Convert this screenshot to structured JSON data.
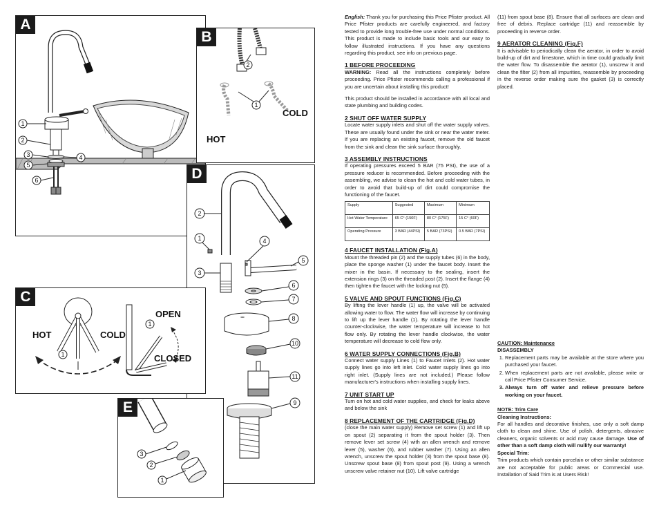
{
  "panels": {
    "a": {
      "letter": "A",
      "callouts": [
        "1",
        "2",
        "3",
        "4",
        "5",
        "6"
      ]
    },
    "b": {
      "letter": "B",
      "callouts": [
        "2",
        "1"
      ],
      "hot": "HOT",
      "cold": "COLD"
    },
    "c": {
      "letter": "C",
      "hot": "HOT",
      "cold": "COLD",
      "open": "OPEN",
      "closed": "CLOSED",
      "callouts": [
        "1",
        "1"
      ]
    },
    "d": {
      "letter": "D",
      "callouts": [
        "2",
        "1",
        "4",
        "3",
        "5",
        "6",
        "7",
        "8",
        "10",
        "11",
        "9"
      ]
    },
    "e": {
      "letter": "E",
      "callouts": [
        "3",
        "2",
        "1"
      ]
    }
  },
  "text": {
    "intro_label": "English:",
    "intro": "Thank you for purchasing this Price Pfister product. All Price Pfister products are carefully engineered, and factory tested to provide long trouble-free use under normal conditions. This product is made to include basic tools and our easy to follow illustrated instructions. If you have any questions regarding this product, see info on previous page.",
    "s1_title": "1 BEFORE PROCEEDING",
    "s1_warn_label": "WARNING:",
    "s1_warn": "Read all the instructions completely before proceeding. Price Pfister recommends calling a professional if you are uncertain about installing this product!",
    "s1_p2": "This product should be installed in accordance with all local and state plumbing and building codes.",
    "s2_title": "2 SHUT OFF WATER SUPPLY",
    "s2": "Locate water supply inlets and shut off the water supply valves. These are usually found under the sink or near the water meter. If you are replacing an existing faucet, remove the old faucet from the sink and clean the sink surface thoroughly.",
    "s3_title": "3 ASSEMBLY INSTRUCTIONS",
    "s3": "If operating pressures exceed 5 BAR (75 PSI), the use of a pressure reducer is recommended. Before proceeding with the assembling, we advise to clean the hot and cold water tubes, in order to avoid that build-up of dirt could compromise the functioning of the faucet.",
    "table": {
      "headers": [
        "Supply",
        "Suggested",
        "Maximum",
        "Minimum"
      ],
      "rows": [
        [
          "Hot Water Temperature",
          "65 C° (150F)",
          "80 C° (175F)",
          "15 C° (60F)"
        ],
        [
          "Operating Pressure",
          "3 BAR (44PSI)",
          "5 BAR (73PSI)",
          "0.5 BAR (7PSI)"
        ]
      ]
    },
    "s4_title": "4 FAUCET INSTALLATION (Fig.A)",
    "s4": "Mount the threaded pin (2) and the supply tubes (6) in the body, place the sponge washer (1) under the faucet body. Insert the mixer in the basin. If necessary to the sealing, insert the extension rings (3) on the threaded post (2). Insert the flange (4) then tighten the faucet with the locking nut (5).",
    "s5_title": "5 VALVE AND SPOUT FUNCTIONS (Fig.C)",
    "s5": "By lifting the lever handle (1) up, the valve will be activated allowing water to flow. The water flow will increase by continuing to lift up the lever handle (1). By rotating the lever handle counter-clockwise, the water temperature will increase to hot flow only. By rotating the lever handle clockwise, the water temperature will decrease to cold flow only.",
    "s6_title": "6 WATER SUPPLY CONNECTIONS (Fig.B)",
    "s6": "Connect water supply Lines (1) to Faucet Inlets (2). Hot water supply lines go into left inlet. Cold water supply lines go into right inlet. (Supply lines are not included.) Please follow manufacturer's instructions when installing supply lines.",
    "s7_title": "7 UNIT START UP",
    "s7": "Turn on hot and cold water supplies, and check for leaks above and below the sink",
    "s8_title": "8 REPLACEMENT OF THE CARTRIDGE (Fig.D)",
    "s8": "(close the main water supply) Remove set screw (1) and lift up on spout (2) separating it from the spout holder (3). Then remove lever set screw (4) with an allen wrench and remove lever (5), washer (6), and rubber washer (7). Using an allen wrench, unscrew the spout holder (3) from the spout base (8). Unscrew spout base (8) from spout post (9). Using a wrench unscrew valve retainer nut (10). Lift valve cartridge",
    "s8_cont": "(11) from spout base (8). Ensure that all surfaces are clean and free of debris. Replace cartridge (11) and reassemble by proceeding in reverse order.",
    "s9_title": "9 AERATOR CLEANING (Fig.F)",
    "s9": "It is advisable to periodically clean the aerator, in order to avoid build-up of dirt and limestone, which in time could gradually limit the water flow. To disassemble the aerator (1), unscrew it and clean the filter (2) from all impurities, reassemble by proceeding in the reverse order making sure the gasket (3) is correctly placed.",
    "caution_title": "CAUTION: Maintenance",
    "caution_sub": "DISASSEMBLY",
    "caution_items": [
      "Replacement parts may be available at the store where you purchased your faucet.",
      "When replacement parts are not available, please write or call Price Pfister Consumer Service.",
      "Always turn off water and relieve pressure before working on your faucet."
    ],
    "note_title": "NOTE: Trim Care",
    "note_sub": "Cleaning Instructions:",
    "note_p": "For all handles and decorative finishes, use only a soft damp cloth to clean and shine. Use of polish, detergents, abrasive cleaners, organic solvents or acid may cause damage.",
    "note_bold": "Use of other than a soft damp cloth will nullify our warranty!",
    "special_title": "Special Trim:",
    "special_p": "Trim products which contain porcelain or other similar substance are not acceptable for public areas or Commercial use. Installation of Said Trim is at Users Risk!"
  }
}
